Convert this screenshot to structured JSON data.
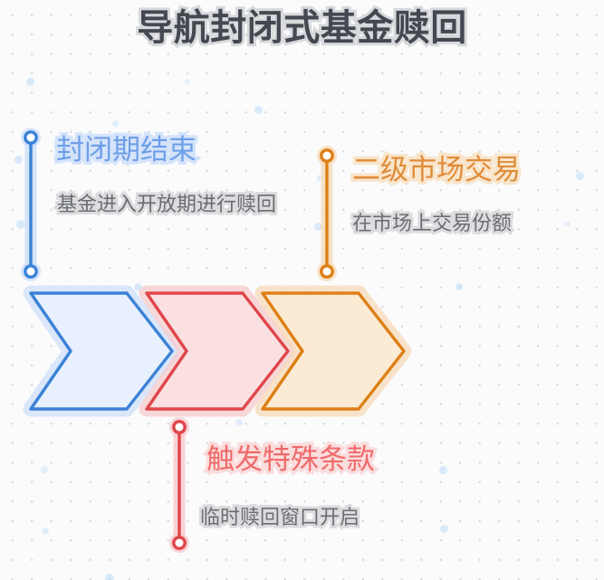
{
  "page": {
    "title": "导航封闭式基金赎回",
    "background_color": "#fbfbfc",
    "dot_color": "#d9dade",
    "accent_dot_color": "#bcdcf5"
  },
  "steps": [
    {
      "id": "step-1",
      "title": "封闭期结束",
      "description": "基金进入开放期进行赎回",
      "color": "#3b82d6",
      "fill": "#e8f0fd",
      "glow": "#cfe0fa",
      "title_color": "#6f9fe8",
      "position": "above"
    },
    {
      "id": "step-2",
      "title": "触发特殊条款",
      "description": "临时赎回窗口开启",
      "color": "#e0464a",
      "fill": "#fbe0e2",
      "glow": "#f8cbcd",
      "title_color": "#ef6a6a",
      "position": "below"
    },
    {
      "id": "step-3",
      "title": "二级市场交易",
      "description": "在市场上交易份额",
      "color": "#dd8016",
      "fill": "#fcebd4",
      "glow": "#f7dcba",
      "title_color": "#e08c38",
      "position": "above"
    }
  ]
}
